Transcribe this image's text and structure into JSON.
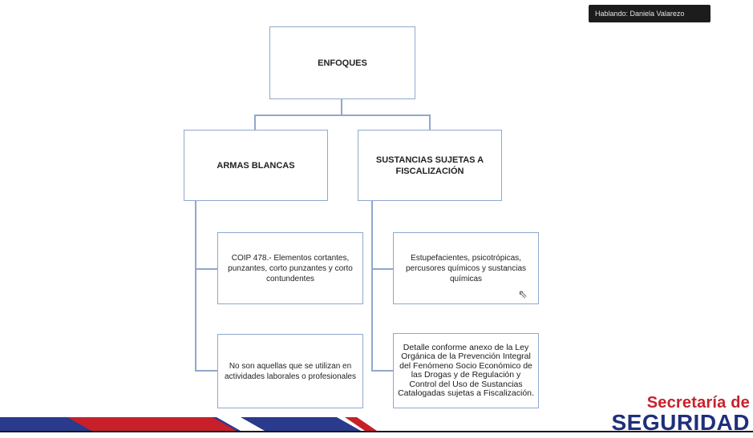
{
  "speaker_label": "Hablando: Daniela Valarezo",
  "diagram": {
    "root": "ENFOQUES",
    "branches": [
      {
        "label": "ARMAS BLANCAS",
        "children": [
          "COIP 478.- Elementos cortantes, punzantes, corto punzantes y corto contundentes",
          "No son aquellas que se utilizan en actividades laborales o profesionales"
        ]
      },
      {
        "label": "SUSTANCIAS SUJETAS A FISCALIZACIÓN",
        "children": [
          "Estupefacientes, psicotrópicas, percusores químicos y sustancias químicas",
          "Detalle conforme anexo de la Ley Orgánica de la Prevención Integral del Fenómeno Socio Económico de las Drogas y de Regulación y Control del Uso de Sustancias Catalogadas sujetas a Fiscalización."
        ]
      }
    ]
  },
  "branding": {
    "line1": "Secretaría de",
    "line2": "SEGURIDAD"
  },
  "colors": {
    "connector": "#8fa8cc",
    "brand_red": "#c8202b",
    "brand_blue": "#1f2f7a"
  }
}
